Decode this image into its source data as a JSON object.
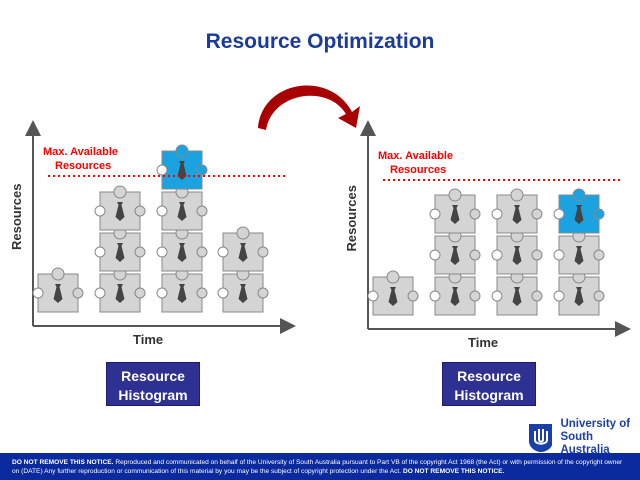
{
  "title": "Resource Optimization",
  "charts": [
    {
      "id": "before",
      "y_label": "Resources",
      "x_label": "Time",
      "limit_label_line1": "Max. Available",
      "limit_label_line2": "Resources",
      "columns": [
        1,
        3,
        4,
        2
      ],
      "overallocated_column": 2,
      "button_line1": "Resource",
      "button_line2": "Histogram"
    },
    {
      "id": "after",
      "y_label": "Resources",
      "x_label": "Time",
      "limit_label_line1": "Max. Available",
      "limit_label_line2": "Resources",
      "columns": [
        1,
        3,
        3,
        3
      ],
      "overallocated_column": 3,
      "button_line1": "Resource",
      "button_line2": "Histogram"
    }
  ],
  "colors": {
    "piece": "#d4d4d4",
    "highlight": "#1aa3e0",
    "limit": "#ff0000",
    "arrow": "#a80000",
    "title": "#1a3a9c"
  },
  "logo": {
    "line1": "University of",
    "line2": "South Australia"
  },
  "footer": {
    "notice_bold": "DO NOT REMOVE THIS NOTICE.",
    "text": " Reproduced and communicated on behalf of the University of South Australia pursuant to Part VB of the copyright Act 1968 (the Act) or with permission of the copyright owner on (DATE) Any further reproduction or communication of this material by you may be the subject of copyright protection under the Act. ",
    "notice_bold_end": "DO NOT REMOVE THIS NOTICE."
  }
}
